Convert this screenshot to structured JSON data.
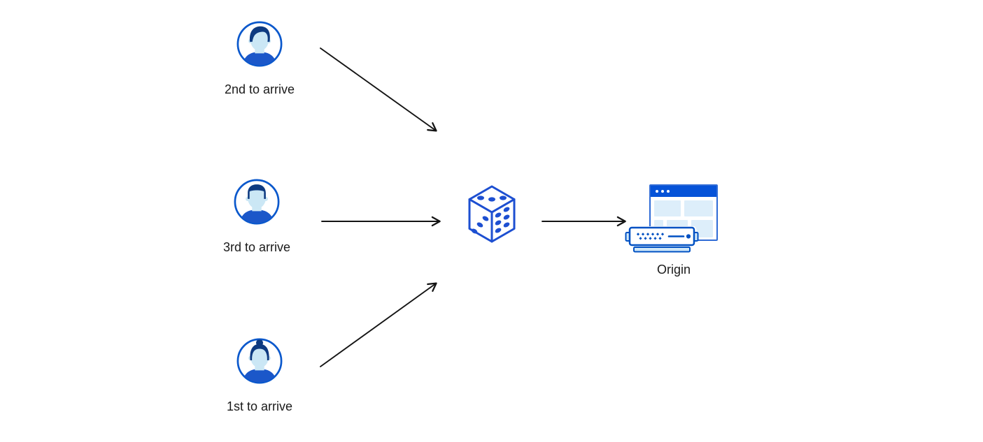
{
  "diagram": {
    "title": "clients arriving in random order routed to origin",
    "background": "#ffffff",
    "colors": {
      "arrow": "#141414",
      "accent_blue": "#0051c3",
      "dice_blue": "#1d4fd1",
      "titlebar_blue": "#0653d8",
      "window_border_blue": "#2f6bd6",
      "light_blue_fill": "#ddeefa",
      "server_light_blue": "#cfe7f8",
      "avatar_hair_navy": "#0e3a80",
      "avatar_face_blue": "#cbe7f5",
      "avatar_shirt_blue": "#1b57c9",
      "text": "#1a1a1a"
    },
    "clients": [
      {
        "label": "2nd to arrive",
        "icon": "avatar-man-swept-hair-icon"
      },
      {
        "label": "3rd to arrive",
        "icon": "avatar-man-short-hair-icon"
      },
      {
        "label": "1st to arrive",
        "icon": "avatar-woman-bun-icon"
      }
    ],
    "hub": {
      "icon": "dice-icon"
    },
    "origin": {
      "label": "Origin",
      "icons": [
        "browser-window-icon",
        "server-icon"
      ]
    },
    "connections": [
      {
        "from": "2nd to arrive",
        "to": "dice"
      },
      {
        "from": "3rd to arrive",
        "to": "dice"
      },
      {
        "from": "1st to arrive",
        "to": "dice"
      },
      {
        "from": "dice",
        "to": "Origin"
      }
    ]
  }
}
